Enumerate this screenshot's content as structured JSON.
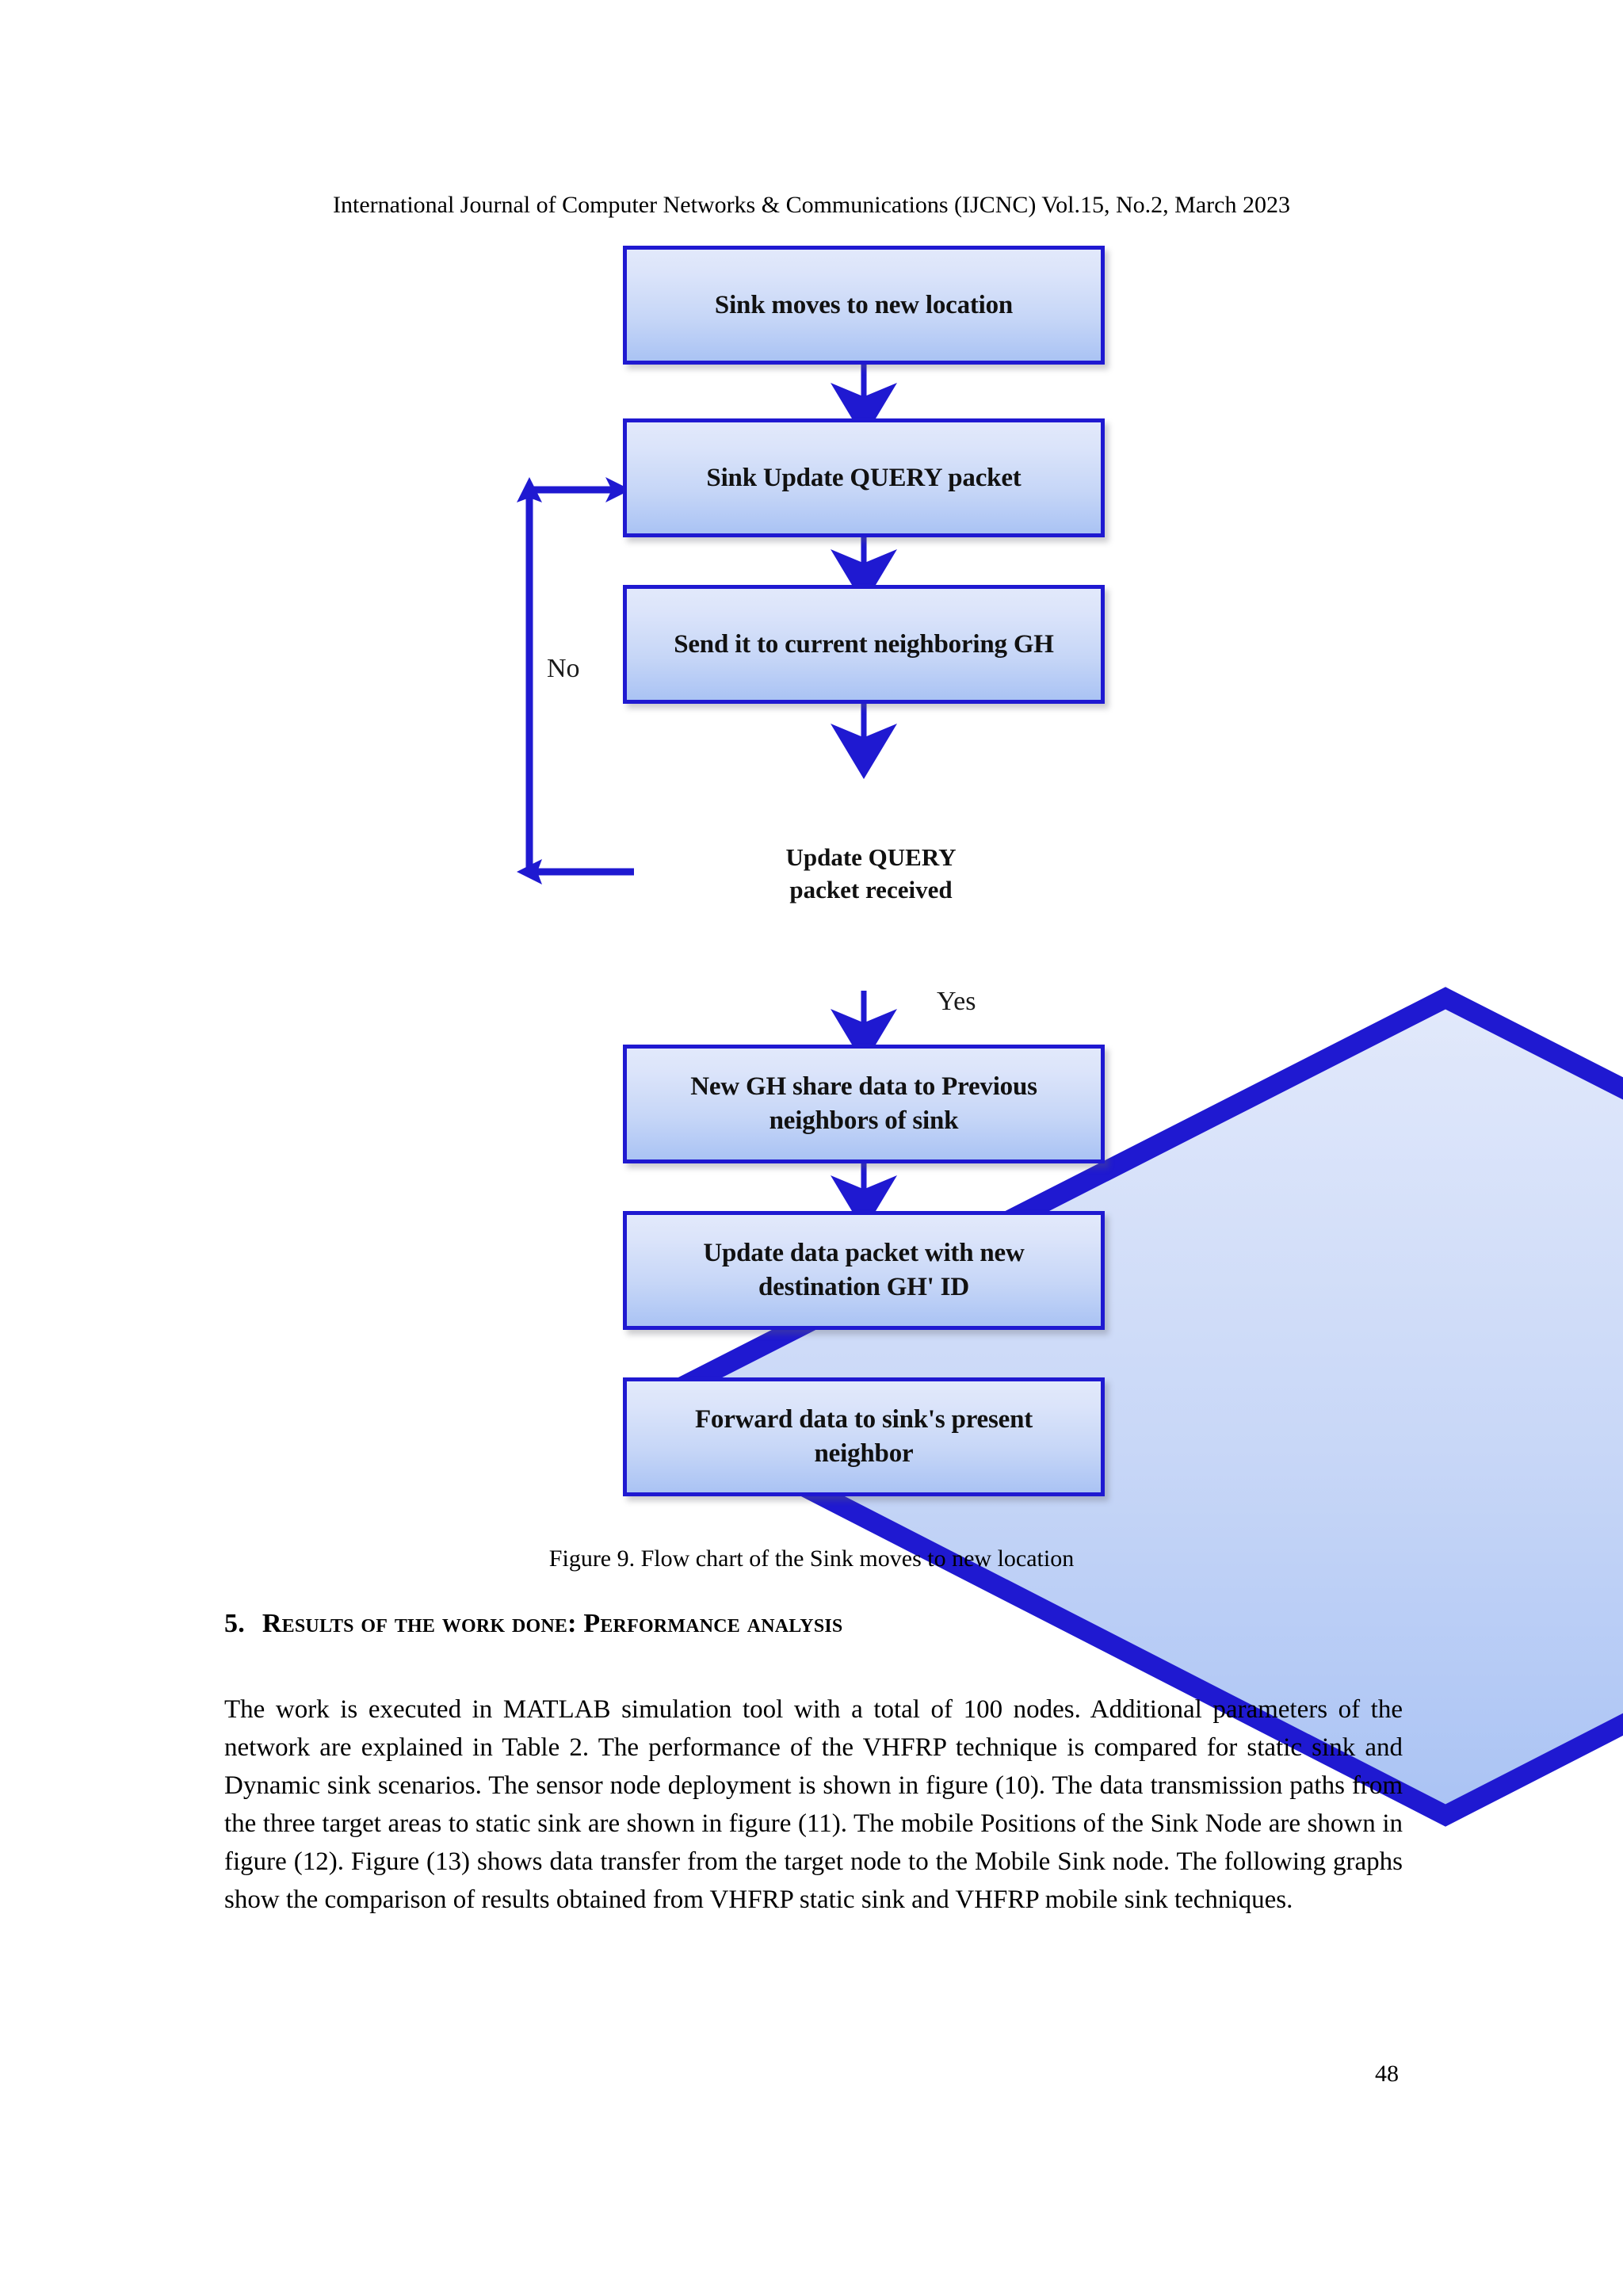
{
  "header": {
    "running_title": "International Journal of Computer Networks & Communications (IJCNC) Vol.15, No.2, March 2023"
  },
  "figure": {
    "caption": "Figure 9. Flow chart of the Sink moves to new location",
    "colors": {
      "border": "#1f19d1",
      "fill_top": "#e2e9fb",
      "fill_bottom": "#aac3f4",
      "connector": "#1f19d1"
    },
    "nodes": [
      {
        "id": "n1",
        "type": "process",
        "label": "Sink moves to new location"
      },
      {
        "id": "n2",
        "type": "process",
        "label": "Sink Update QUERY packet"
      },
      {
        "id": "n3",
        "type": "process",
        "label": "Send it to current neighboring GH"
      },
      {
        "id": "n4",
        "type": "decision",
        "line1": "Update QUERY",
        "line2": "packet received"
      },
      {
        "id": "n5",
        "type": "process",
        "line1": "New GH share data to Previous",
        "line2": "neighbors of sink"
      },
      {
        "id": "n6",
        "type": "process",
        "line1": "Update data  packet with new",
        "line2": "destination GH' ID"
      },
      {
        "id": "n7",
        "type": "process",
        "line1": "Forward data  to sink's present",
        "line2": "neighbor"
      }
    ],
    "branch_labels": {
      "no": "No",
      "yes": "Yes"
    }
  },
  "section": {
    "number": "5.",
    "title_part1": "Results of the work done",
    "colon": ":",
    "title_part2": "Performance analysis"
  },
  "body": {
    "paragraph": "The work is executed in MATLAB simulation tool with a total of 100 nodes. Additional parameters of the network are explained in Table 2. The performance of the VHFRP technique is compared for static sink and Dynamic sink scenarios.  The sensor node deployment is shown in figure (10).  The data transmission paths from the three target areas to static sink are shown in figure (11). The mobile Positions of the Sink Node are shown in figure (12). Figure (13) shows data transfer from the target node to the Mobile Sink node. The following graphs show the comparison of results obtained from VHFRP static sink and VHFRP mobile sink techniques."
  },
  "footer": {
    "page_number": "48"
  }
}
